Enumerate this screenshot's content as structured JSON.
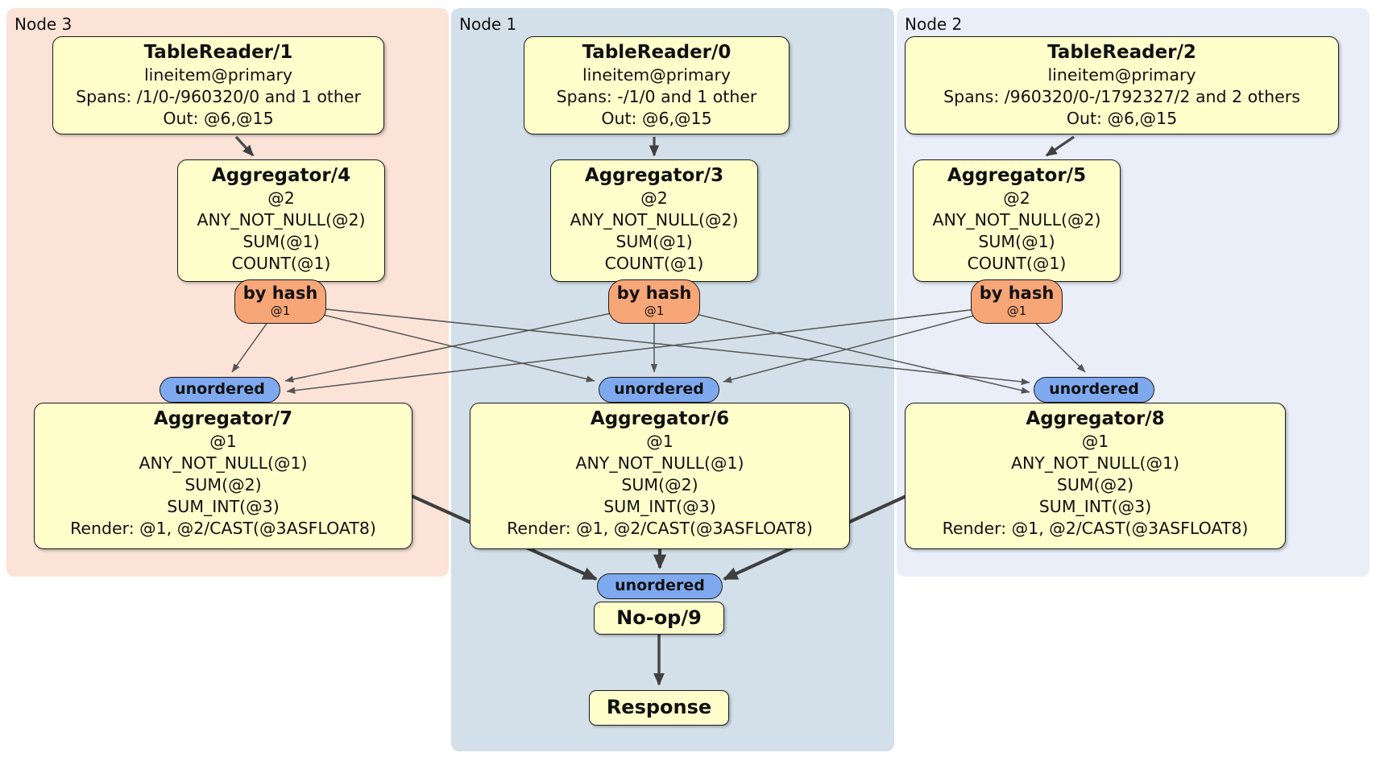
{
  "regions": {
    "node3": {
      "label": "Node 3",
      "color": "#fbe3d7"
    },
    "node1": {
      "label": "Node 1",
      "color": "#d3e0e9"
    },
    "node2": {
      "label": "Node 2",
      "color": "#e9eef9"
    }
  },
  "processors": {
    "tr1": {
      "title": "TableReader/1",
      "lines": [
        "lineitem@primary",
        "Spans: /1/0-/960320/0 and 1 other",
        "Out: @6,@15"
      ]
    },
    "tr0": {
      "title": "TableReader/0",
      "lines": [
        "lineitem@primary",
        "Spans: -/1/0 and 1 other",
        "Out: @6,@15"
      ]
    },
    "tr2": {
      "title": "TableReader/2",
      "lines": [
        "lineitem@primary",
        "Spans: /960320/0-/1792327/2 and 2 others",
        "Out: @6,@15"
      ]
    },
    "agg4": {
      "title": "Aggregator/4",
      "lines": [
        "@2",
        "ANY_NOT_NULL(@2)",
        "SUM(@1)",
        "COUNT(@1)"
      ]
    },
    "agg3": {
      "title": "Aggregator/3",
      "lines": [
        "@2",
        "ANY_NOT_NULL(@2)",
        "SUM(@1)",
        "COUNT(@1)"
      ]
    },
    "agg5": {
      "title": "Aggregator/5",
      "lines": [
        "@2",
        "ANY_NOT_NULL(@2)",
        "SUM(@1)",
        "COUNT(@1)"
      ]
    },
    "agg7": {
      "title": "Aggregator/7",
      "lines": [
        "@1",
        "ANY_NOT_NULL(@1)",
        "SUM(@2)",
        "SUM_INT(@3)",
        "Render: @1, @2/CAST(@3ASFLOAT8)"
      ]
    },
    "agg6": {
      "title": "Aggregator/6",
      "lines": [
        "@1",
        "ANY_NOT_NULL(@1)",
        "SUM(@2)",
        "SUM_INT(@3)",
        "Render: @1, @2/CAST(@3ASFLOAT8)"
      ]
    },
    "agg8": {
      "title": "Aggregator/8",
      "lines": [
        "@1",
        "ANY_NOT_NULL(@1)",
        "SUM(@2)",
        "SUM_INT(@3)",
        "Render: @1, @2/CAST(@3ASFLOAT8)"
      ]
    },
    "noop": {
      "title": "No-op/9"
    },
    "response": {
      "title": "Response"
    }
  },
  "routers": {
    "label": "by hash",
    "detail": "@1"
  },
  "streams": {
    "unordered_label": "unordered"
  },
  "colors": {
    "processor_fill": "#ffffcc",
    "router_fill": "#f7a678",
    "sync_fill": "#7fa9ef",
    "edge_thin": "#555555",
    "edge_thick": "#3f3f3f"
  }
}
